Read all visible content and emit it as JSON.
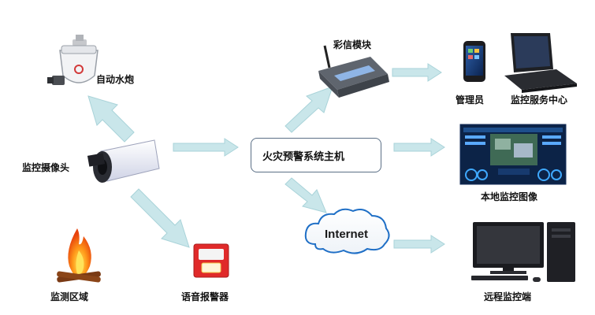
{
  "nodes": {
    "water_cannon": "自动水炮",
    "camera": "监控摄像头",
    "fire_area": "监测区域",
    "alarm": "语音报警器",
    "host": "火灾预警系统主机",
    "sms_module": "彩信模块",
    "internet": "Internet",
    "admin": "管理员",
    "monitor_center": "监控服务中心",
    "local_image": "本地监控图像",
    "remote": "远程监控端"
  },
  "colors": {
    "arrow": "#c9e6ea",
    "arrow_stroke": "#a9d3d9",
    "host_border": "#5b6f86"
  }
}
